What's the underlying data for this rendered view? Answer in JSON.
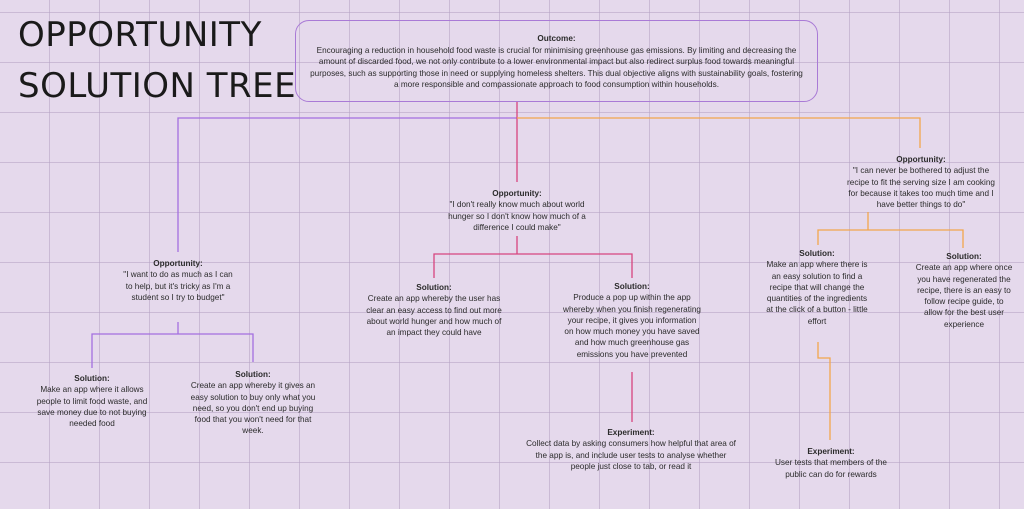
{
  "title": {
    "line1": "OPPORTUNITY",
    "line2": "SOLUTION TREE"
  },
  "outcome": {
    "label": "Outcome:",
    "text": "Encouraging a reduction in household food waste is crucial for minimising greenhouse gas emissions. By limiting and decreasing the amount of discarded food, we not only contribute to a lower environmental impact but also redirect surplus food towards meaningful purposes, such as supporting those in need or supplying homeless shelters. This dual objective aligns with sustainability goals, fostering a more responsible and compassionate approach to food consumption within households."
  },
  "opportunities": [
    {
      "label": "Opportunity:",
      "text": "\"I want to do as much as I can to help, but it's tricky as I'm a student so I try to budget\"",
      "solutions": [
        {
          "label": "Solution:",
          "text": "Make an app where it allows people to limit food waste, and save money due to not buying needed food"
        },
        {
          "label": "Solution:",
          "text": "Create an app whereby it gives an easy solution to buy only what you need, so you don't end up buying food that you won't need for that week."
        }
      ]
    },
    {
      "label": "Opportunity:",
      "text": "\"I don't really know much about world hunger so I don't know how much of a difference I could make\"",
      "solutions": [
        {
          "label": "Solution:",
          "text": "Create an app whereby the user has clear an easy access to find out more about world hunger and how much of an impact they could have"
        },
        {
          "label": "Solution:",
          "text": "Produce a pop up within the app whereby when you finish regenerating your recipe, it gives you information on how much money you have saved and how much greenhouse gas emissions you have prevented"
        }
      ],
      "experiment": {
        "label": "Experiment:",
        "text": "Collect data by asking consumers how helpful that area of the app is, and include user tests to analyse whether people just close to tab, or read it"
      }
    },
    {
      "label": "Opportunity:",
      "text": "\"I can never be bothered to adjust the recipe to fit the serving size I am cooking for because it takes too much time and I have better things to do\"",
      "solutions": [
        {
          "label": "Solution:",
          "text": "Make an app where there is an easy solution to find a recipe that will change the quantities of the ingredients at the click of a button - little effort"
        },
        {
          "label": "Solution:",
          "text": "Create an app where once you have regenerated the recipe, there is an easy to follow recipe guide, to allow for the best user experience"
        }
      ],
      "experiment": {
        "label": "Experiment:",
        "text": "User tests that members of the public can do for rewards"
      }
    }
  ],
  "colors": {
    "background": "#e5d9ec",
    "branch_left": "#a46fe0",
    "branch_middle": "#d8457f",
    "branch_right": "#f2a64c",
    "outcome_border": "#a97ad6"
  }
}
